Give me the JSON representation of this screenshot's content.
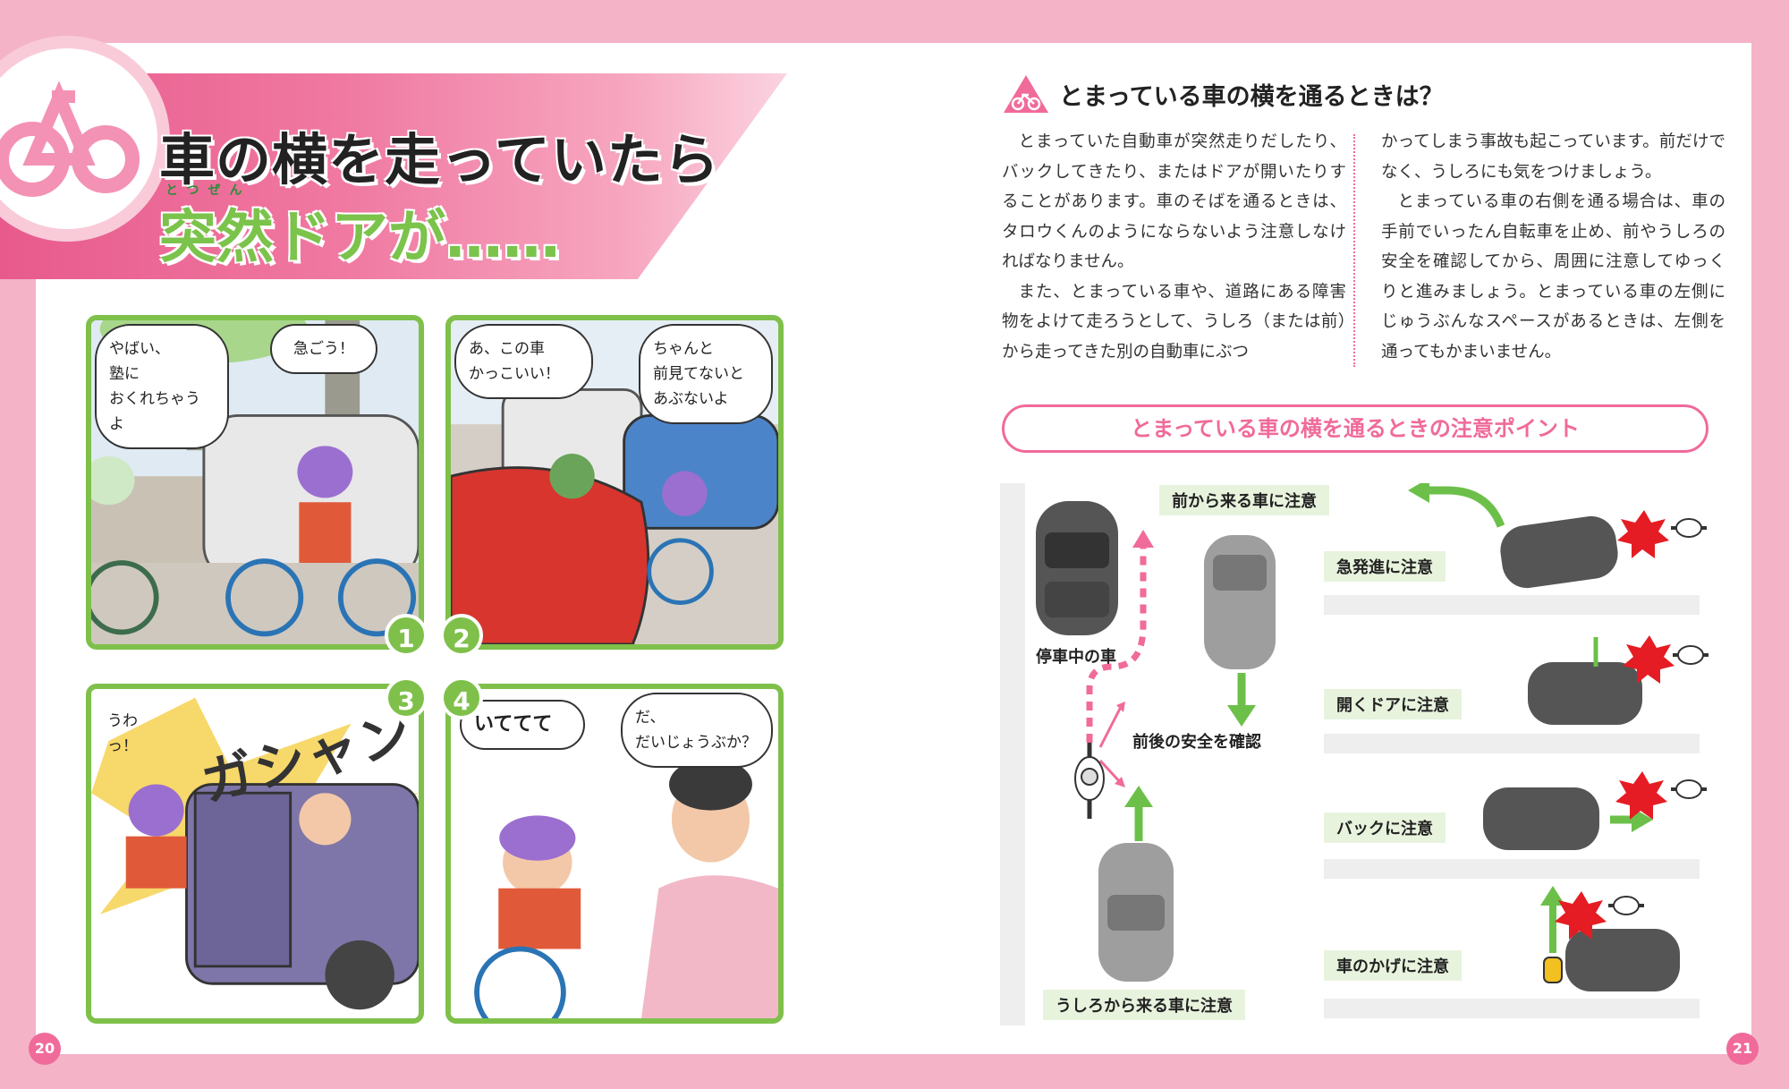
{
  "left_page": {
    "title_line1": "車の横を走っていたら",
    "title_line2": "突然ドアが……",
    "title_ruby": "とつぜん",
    "page_number": "20",
    "panels": [
      {
        "number": "1",
        "bubbles": [
          "やばい、\n塾に\nおくれちゃうよ",
          "急ごう！"
        ]
      },
      {
        "number": "2",
        "bubbles": [
          "あ、この車\nかっこいい！",
          "ちゃんと\n前見てないと\nあぶないよ"
        ]
      },
      {
        "number": "3",
        "bubbles": [
          "うわっ！"
        ],
        "sfx": "ガシャン"
      },
      {
        "number": "4",
        "bubbles": [
          "いててて",
          "だ、\nだいじょうぶか？"
        ]
      }
    ]
  },
  "right_page": {
    "page_number": "21",
    "section_title": "とまっている車の横を通るときは？",
    "col1": [
      "とまっていた自動車が突然走りだしたり、バックしてきたり、またはドアが開いたりすることがあります。車のそばを通るときは、タロウくんのようにならないよう注意しなければなりません。",
      "また、とまっている車や、道路にある障害物をよけて走ろうとして、うしろ（または前）から走ってきた別の自動車にぶつ"
    ],
    "col2": [
      "かってしまう事故も起こっています。前だけでなく、うしろにも気をつけましょう。",
      "とまっている車の右側を通る場合は、車の手前でいったん自転車を止め、前やうしろの安全を確認してから、周囲に注意してゆっくりと進みましょう。とまっている車の左側にじゅうぶんなスペースがあるときは、左側を通ってもかまいません。"
    ],
    "points_title": "とまっている車の横を通るときの注意ポイント",
    "diagram_labels": {
      "front_car": "前から来る車に注意",
      "parked_car": "停車中の車",
      "check_safety": "前後の安全を確認",
      "rear_car": "うしろから来る車に注意",
      "sudden_start": "急発進に注意",
      "opening_door": "開くドアに注意",
      "reverse": "バックに注意",
      "car_shadow": "車のかげに注意"
    }
  },
  "colors": {
    "pink": "#f06a9a",
    "green": "#7fc04a",
    "page_bg": "#f4b3c6"
  }
}
